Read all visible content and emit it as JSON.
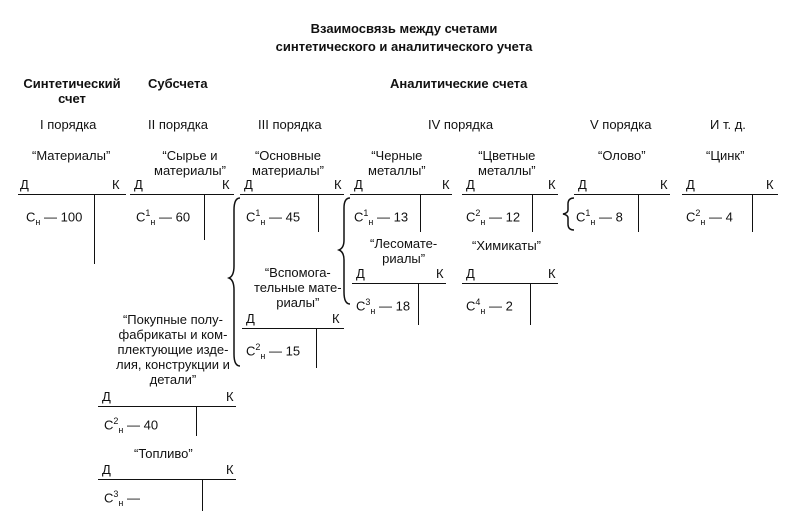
{
  "title": {
    "line1": "Взаимосвязь между счетами",
    "line2": "синтетического и аналитического учета"
  },
  "columns": {
    "synthetic_line1": "Синтетический",
    "synthetic_line2": "счет",
    "subaccounts": "Субсчета",
    "analytic": "Аналитические счета"
  },
  "levels": {
    "l1": "I порядка",
    "l2": "II порядка",
    "l3": "III порядка",
    "l4": "IV порядка",
    "l5": "V порядка",
    "l6": "И т. д."
  },
  "t": {
    "d": "Д",
    "k": "К"
  },
  "accounts": {
    "materials": "“Материалы”",
    "raw_l1": "“Сырье и",
    "raw_l2": "материалы”",
    "basic_l1": "“Основные",
    "basic_l2": "материалы”",
    "black_l1": "“Черные",
    "black_l2": "металлы”",
    "color_l1": "“Цветные",
    "color_l2": "металлы”",
    "tin": "“Олово”",
    "zinc": "“Цинк”",
    "timber_l1": "“Лесомате-",
    "timber_l2": "риалы”",
    "chem": "“Химикаты”",
    "aux_l1": "“Вспомога-",
    "aux_l2": "тельные мате-",
    "aux_l3": "риалы”",
    "semi_l1": "“Покупные полу-",
    "semi_l2": "фабрикаты и ком-",
    "semi_l3": "плектующие изде-",
    "semi_l4": "лия, конструкции и",
    "semi_l5": "детали”",
    "fuel": "“Топливо”"
  },
  "entries": {
    "materials": {
      "sup": "",
      "sub": "н",
      "value": "— 100"
    },
    "raw": {
      "sup": "1",
      "sub": "н",
      "value": "— 60"
    },
    "basic": {
      "sup": "1",
      "sub": "н",
      "value": "— 45"
    },
    "black": {
      "sup": "1",
      "sub": "н",
      "value": "— 13"
    },
    "color": {
      "sup": "2",
      "sub": "н",
      "value": "— 12"
    },
    "tin": {
      "sup": "1",
      "sub": "н",
      "value": "— 8"
    },
    "zinc": {
      "sup": "2",
      "sub": "н",
      "value": "— 4"
    },
    "timber": {
      "sup": "3",
      "sub": "н",
      "value": "— 18"
    },
    "chem": {
      "sup": "4",
      "sub": "н",
      "value": "— 2"
    },
    "aux": {
      "sup": "2",
      "sub": "н",
      "value": "— 15"
    },
    "semi": {
      "sup": "2",
      "sub": "н",
      "value": "— 40"
    },
    "fuel": {
      "sup": "3",
      "sub": "н",
      "value": "—"
    }
  },
  "entry_letter": "С"
}
